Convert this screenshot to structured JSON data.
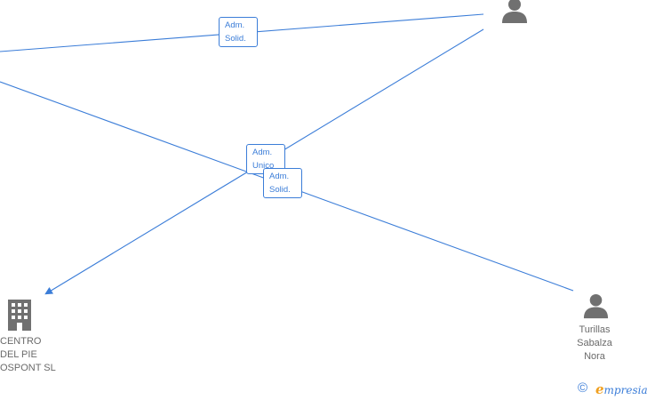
{
  "nodes": {
    "company": {
      "label_lines": [
        "CENTRO",
        "DEL PIE",
        "OSPONT SL"
      ],
      "icon": "building-icon"
    },
    "person_top": {
      "label_lines": [],
      "icon": "person-icon"
    },
    "person_bottom": {
      "label_lines": [
        "Turillas",
        "Sabalza",
        "Nora"
      ],
      "icon": "person-icon"
    }
  },
  "edges": {
    "top_solid": {
      "lines": [
        "Adm.",
        "Solid."
      ]
    },
    "center_unico": {
      "lines": [
        "Adm.",
        "Unico"
      ]
    },
    "center_solid": {
      "lines": [
        "Adm.",
        "Solid."
      ]
    }
  },
  "brand": {
    "copyright": "©",
    "name_initial": "e",
    "name_rest": "mpresia"
  },
  "colors": {
    "edge": "#3b7dd8",
    "icon": "#707070",
    "text": "#6a6a6a",
    "brand_accent": "#f0a020"
  }
}
